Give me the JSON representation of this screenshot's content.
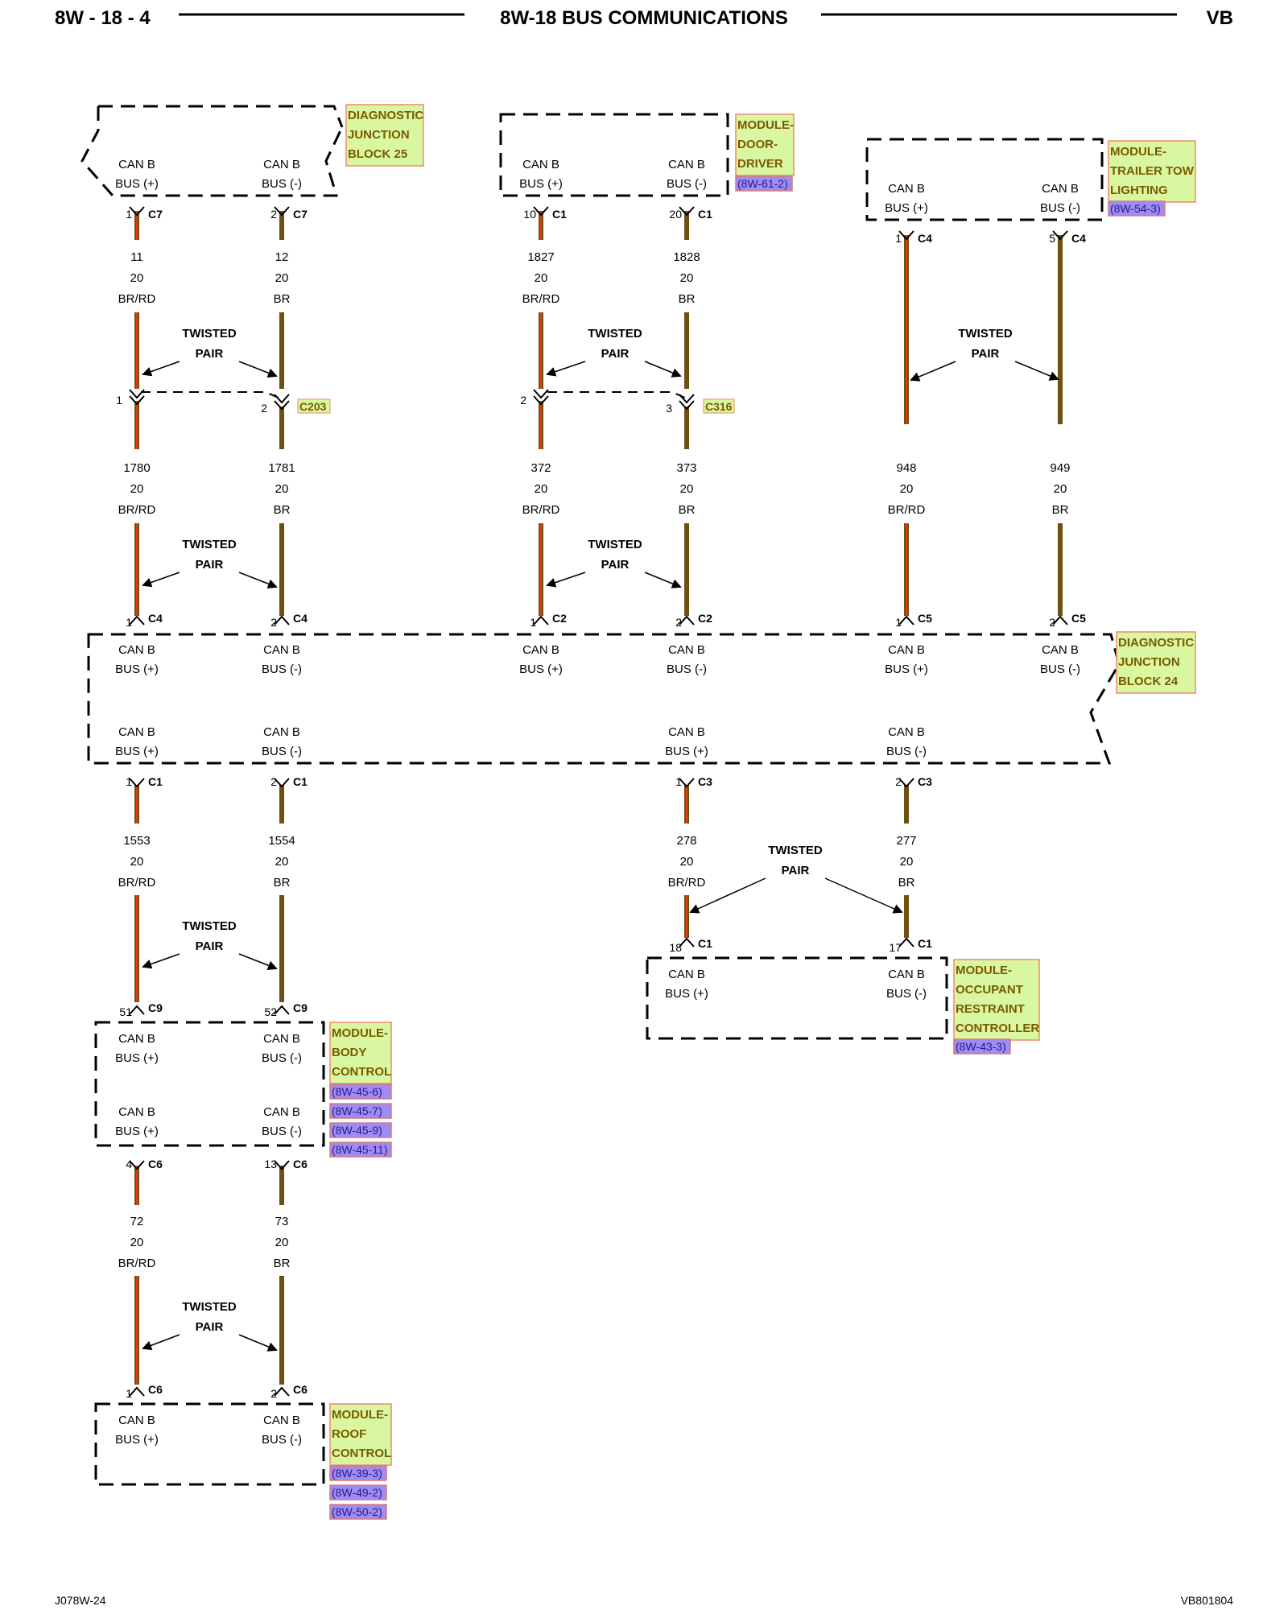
{
  "header": {
    "page": "8W - 18 - 4",
    "title": "8W-18 BUS COMMUNICATIONS",
    "code": "VB"
  },
  "footer": {
    "left": "J078W-24",
    "right": "VB801804"
  },
  "colors": {
    "wire_br": "#6e5110",
    "wire_rd": "#e33b1a",
    "module_fill": "#d8f7a0",
    "module_border": "#f08a6a",
    "ref_fill": "#9d8cf2",
    "ref_border": "#d77a7a"
  },
  "common": {
    "can_b": "CAN B",
    "bus_pos": "BUS (+)",
    "bus_neg": "BUS (-)",
    "twisted": "TWISTED",
    "pair": "PAIR"
  },
  "modules": {
    "djb25": [
      "DIAGNOSTIC",
      "JUNCTION",
      "BLOCK 25"
    ],
    "door": [
      "MODULE-",
      "DOOR-",
      "DRIVER"
    ],
    "door_ref": "(8W-61-2)",
    "trailer": [
      "MODULE-",
      "TRAILER TOW",
      "LIGHTING"
    ],
    "trailer_ref": "(8W-54-3)",
    "djb24": [
      "DIAGNOSTIC",
      "JUNCTION",
      "BLOCK 24"
    ],
    "body": [
      "MODULE-",
      "BODY",
      "CONTROL"
    ],
    "body_refs": [
      "(8W-45-6)",
      "(8W-45-7)",
      "(8W-45-9)",
      "(8W-45-11)"
    ],
    "orc": [
      "MODULE-",
      "OCCUPANT",
      "RESTRAINT",
      "CONTROLLER"
    ],
    "orc_ref": "(8W-43-3)",
    "roof": [
      "MODULE-",
      "ROOF",
      "CONTROL"
    ],
    "roof_refs": [
      "(8W-39-3)",
      "(8W-49-2)",
      "(8W-50-2)"
    ]
  },
  "connectors": {
    "c7a": {
      "pin": "1",
      "name": "C7"
    },
    "c7b": {
      "pin": "2",
      "name": "C7"
    },
    "c1a": {
      "pin": "10",
      "name": "C1"
    },
    "c1b": {
      "pin": "20",
      "name": "C1"
    },
    "c4ta": {
      "pin": "1",
      "name": "C4"
    },
    "c4tb": {
      "pin": "5",
      "name": "C4"
    },
    "c203a": {
      "pin": "1"
    },
    "c203b": {
      "pin": "2",
      "name": "C203"
    },
    "c316a": {
      "pin": "2"
    },
    "c316b": {
      "pin": "3",
      "name": "C316"
    },
    "j_c4a": {
      "pin": "1",
      "name": "C4"
    },
    "j_c4b": {
      "pin": "2",
      "name": "C4"
    },
    "j_c2a": {
      "pin": "1",
      "name": "C2"
    },
    "j_c2b": {
      "pin": "2",
      "name": "C2"
    },
    "j_c5a": {
      "pin": "1",
      "name": "C5"
    },
    "j_c5b": {
      "pin": "2",
      "name": "C5"
    },
    "j_c1a": {
      "pin": "1",
      "name": "C1"
    },
    "j_c1b": {
      "pin": "2",
      "name": "C1"
    },
    "j_c3a": {
      "pin": "1",
      "name": "C3"
    },
    "j_c3b": {
      "pin": "2",
      "name": "C3"
    },
    "bc_c9a": {
      "pin": "51",
      "name": "C9"
    },
    "bc_c9b": {
      "pin": "52",
      "name": "C9"
    },
    "bc_c6a": {
      "pin": "4",
      "name": "C6"
    },
    "bc_c6b": {
      "pin": "13",
      "name": "C6"
    },
    "orc_c1a": {
      "pin": "18",
      "name": "C1"
    },
    "orc_c1b": {
      "pin": "17",
      "name": "C1"
    },
    "rc_c6a": {
      "pin": "1",
      "name": "C6"
    },
    "rc_c6b": {
      "pin": "2",
      "name": "C6"
    }
  },
  "wires": {
    "w11": {
      "circuit": "11",
      "gauge": "20",
      "color": "BR/RD"
    },
    "w12": {
      "circuit": "12",
      "gauge": "20",
      "color": "BR"
    },
    "w1827": {
      "circuit": "1827",
      "gauge": "20",
      "color": "BR/RD"
    },
    "w1828": {
      "circuit": "1828",
      "gauge": "20",
      "color": "BR"
    },
    "w1780": {
      "circuit": "1780",
      "gauge": "20",
      "color": "BR/RD"
    },
    "w1781": {
      "circuit": "1781",
      "gauge": "20",
      "color": "BR"
    },
    "w372": {
      "circuit": "372",
      "gauge": "20",
      "color": "BR/RD"
    },
    "w373": {
      "circuit": "373",
      "gauge": "20",
      "color": "BR"
    },
    "w948": {
      "circuit": "948",
      "gauge": "20",
      "color": "BR/RD"
    },
    "w949": {
      "circuit": "949",
      "gauge": "20",
      "color": "BR"
    },
    "w1553": {
      "circuit": "1553",
      "gauge": "20",
      "color": "BR/RD"
    },
    "w1554": {
      "circuit": "1554",
      "gauge": "20",
      "color": "BR"
    },
    "w278": {
      "circuit": "278",
      "gauge": "20",
      "color": "BR/RD"
    },
    "w277": {
      "circuit": "277",
      "gauge": "20",
      "color": "BR"
    },
    "w72": {
      "circuit": "72",
      "gauge": "20",
      "color": "BR/RD"
    },
    "w73": {
      "circuit": "73",
      "gauge": "20",
      "color": "BR"
    }
  }
}
